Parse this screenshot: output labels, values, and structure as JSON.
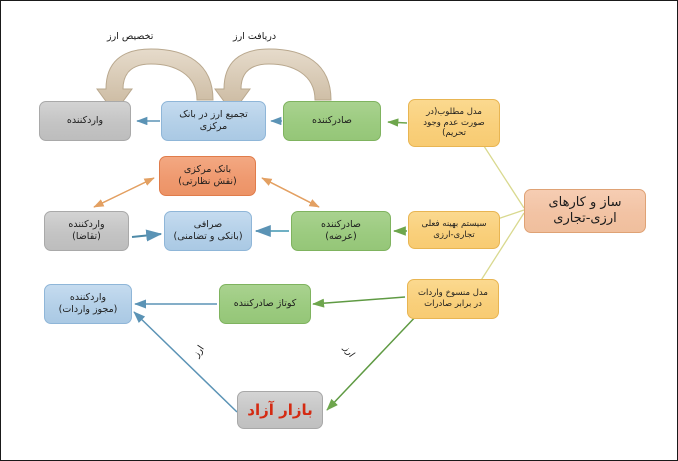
{
  "diagram": {
    "title": "ساز و کارهای ارزی-تجاری",
    "language": "fa",
    "direction": "rtl",
    "colors": {
      "gray": "#c6c6c6",
      "blue": "#b4d0e8",
      "green": "#9ccb80",
      "orange": "#ef9a70",
      "yellow": "#f9d07c",
      "pink": "#f2c3a4",
      "market_text": "#d42a12",
      "border": "#1a1a1a",
      "arrow_blue": "#5b93b5",
      "arrow_green": "#6ea64d",
      "arrow_orange": "#e3a062",
      "arrow_tan": "#c9b79d"
    }
  },
  "nodes": {
    "importer_top": "واردکننده",
    "fx_pool_central_bank": "تجمیع ارز در بانک\nمرکزی",
    "exporter_top": "صادرکننده",
    "ideal_model": "مدل مطلوب(در\nصورت عدم وجود\nتحریم)",
    "central_bank_supervisory": "بانک مرکزی\n(نقش نظارتی)",
    "importer_demand": "واردکننده\n(تقاضا)",
    "exchange_office": "صرافی\n(بانکی و تضامنی)",
    "exporter_supply": "صادرکننده\n(عرضه)",
    "current_optimal_system": "سیستم بهینه فعلی\nتجاری-ارزی",
    "hub": "ساز و کارهای\nارزی-تجاری",
    "importer_license": "واردکننده\n(مجوز واردات)",
    "exporter_kotaj": "کوتاژ صادرکننده",
    "obsolete_model": "مدل منسوخ واردات\nدر برابر صادرات",
    "free_market": "بازار آزاد"
  },
  "edge_labels": {
    "fx_allocation": "تخصیص ارز",
    "fx_receipt": "دریافت ارز",
    "fx_left": "ارز",
    "fx_right": "ارز"
  }
}
